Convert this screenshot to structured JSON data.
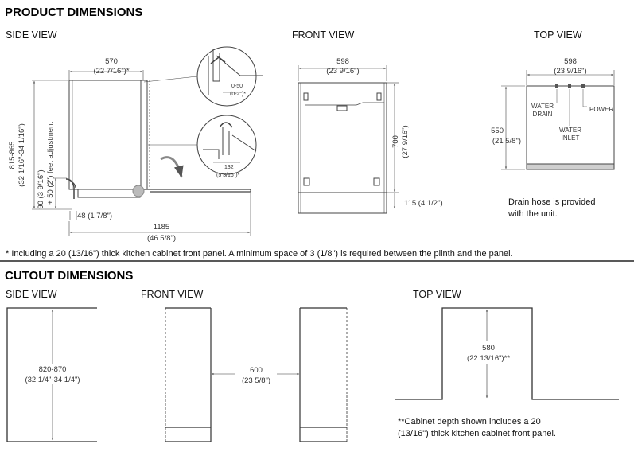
{
  "product": {
    "title": "PRODUCT DIMENSIONS",
    "side_view": {
      "heading": "SIDE VIEW",
      "depth_mm": "570",
      "depth_in": "(22 7/16\")*",
      "height_mm": "815-865",
      "height_in": "(32 1/16\"-34 1/16\")",
      "plinth_mm": "90 (3 9/16\")",
      "feet_adj": "+ 50 (2\") feet adjustment",
      "foot_mm": "48 (1 7/8\")",
      "total_mm": "1185",
      "total_in": "(46 5/8\")",
      "detail1_mm": "0-50",
      "detail1_in": "(0-2\")*",
      "detail2_mm": "132",
      "detail2_in": "(5 3/16\")*"
    },
    "front_view": {
      "heading": "FRONT VIEW",
      "width_mm": "598",
      "width_in": "(23 9/16\")",
      "height_mm": "700",
      "height_in": "(27 9/16\")",
      "plinth": "115 (4 1/2\")"
    },
    "top_view": {
      "heading": "TOP VIEW",
      "width_mm": "598",
      "width_in": "(23 9/16\")",
      "depth_mm": "550",
      "depth_in": "(21 5/8\")",
      "water_drain_1": "WATER",
      "water_drain_2": "DRAIN",
      "water_inlet_1": "WATER",
      "water_inlet_2": "INLET",
      "power": "POWER",
      "note_1": "Drain hose is provided",
      "note_2": "with the unit."
    },
    "footnote": "* Including a 20 (13/16\") thick kitchen cabinet front panel. A minimum space of 3 (1/8\") is required between the plinth and the panel."
  },
  "cutout": {
    "title": "CUTOUT DIMENSIONS",
    "side_view": {
      "heading": "SIDE VIEW",
      "height_mm": "820-870",
      "height_in": "(32 1/4\"-34 1/4\")"
    },
    "front_view": {
      "heading": "FRONT VIEW",
      "width_mm": "600",
      "width_in": "(23 5/8\")"
    },
    "top_view": {
      "heading": "TOP VIEW",
      "depth_mm": "580",
      "depth_in": "(22 13/16\")**",
      "note_1": "**Cabinet depth shown includes a 20",
      "note_2": "(13/16\") thick kitchen cabinet front panel."
    }
  }
}
